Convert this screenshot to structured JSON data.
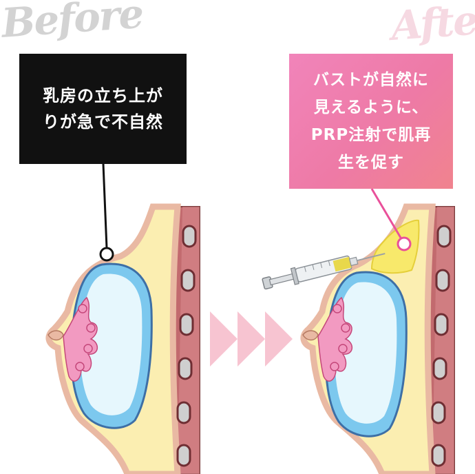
{
  "labels": {
    "before": "Before",
    "after": "After"
  },
  "callouts": {
    "before_lines": [
      "乳房の立ち上が",
      "りが急で不自然"
    ],
    "after_lines": [
      "バストが自然に",
      "見えるように、",
      "PRP注射で肌再",
      "生を促す"
    ]
  },
  "colors": {
    "skin": "#e9b9a3",
    "fat": "#fbeeb1",
    "implant": "#7cc8ee",
    "implant_core": "#e6f7fd",
    "gland": "#f29ac1",
    "muscle": "#c26a6e",
    "rib": "#cfcfcf",
    "arrow": "#f7c4d1",
    "prp": "#f8e96b",
    "after_box": "#ef7fab"
  },
  "icons": {
    "transition": "triple-chevron-arrow-icon",
    "syringe": "syringe-icon"
  }
}
